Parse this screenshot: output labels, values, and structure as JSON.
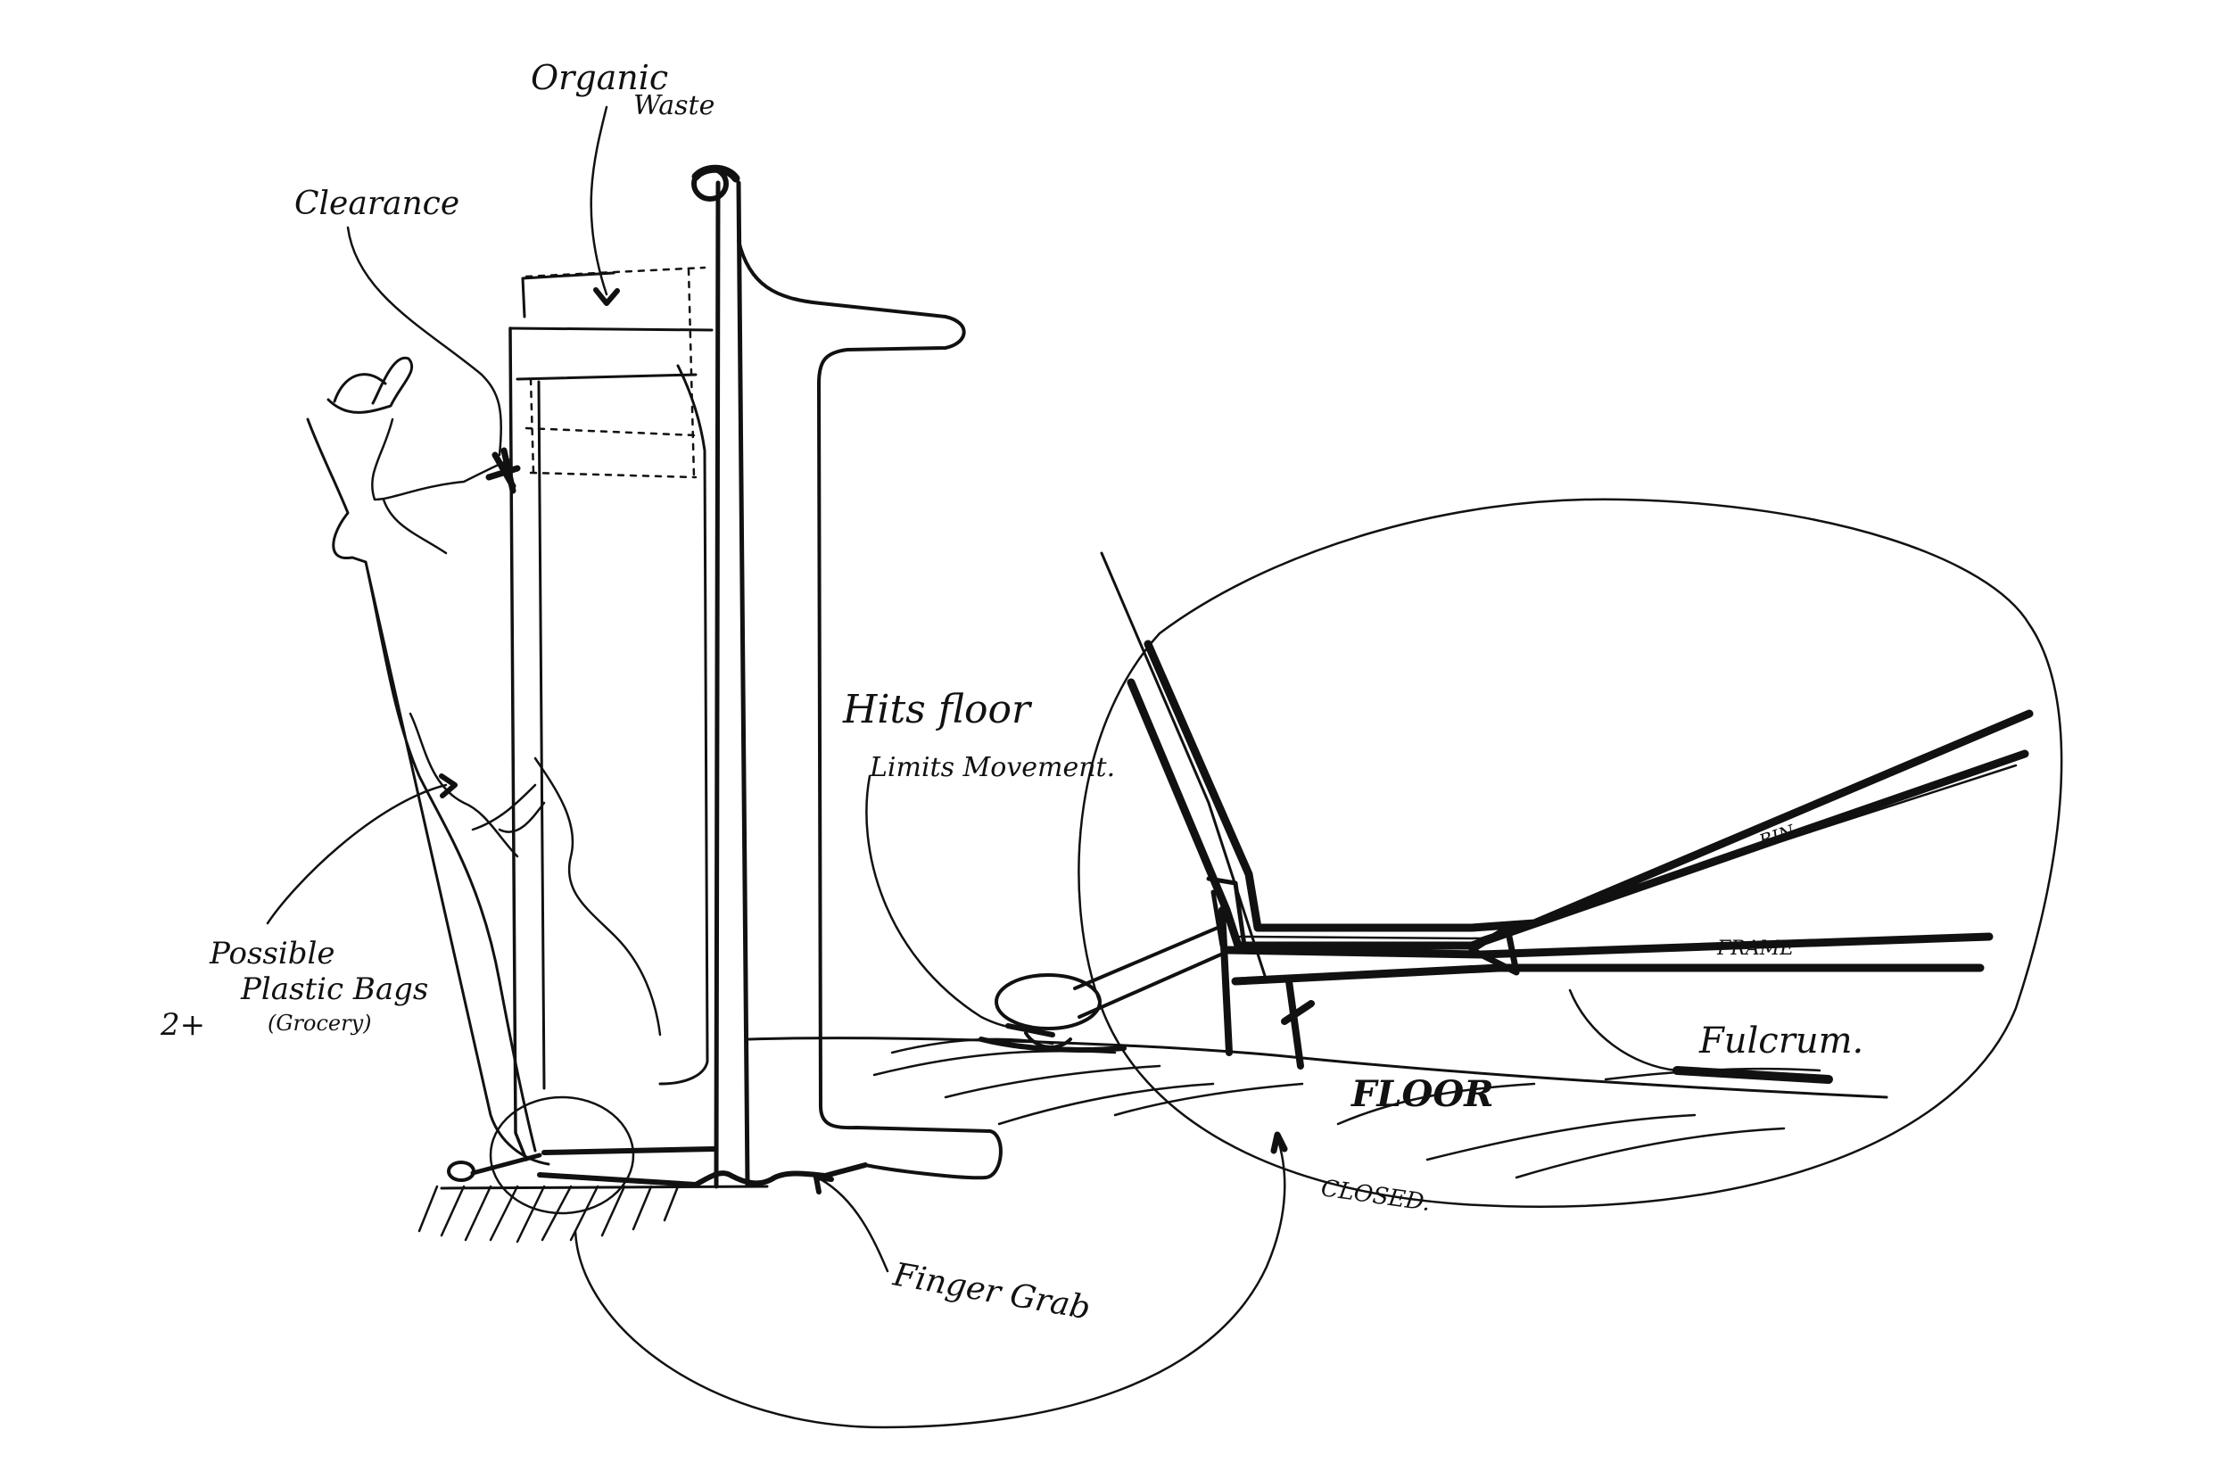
{
  "colors": {
    "background": "#ffffff",
    "ink": "#111111"
  },
  "labels": {
    "organic": "Organic",
    "waste": "Waste",
    "clearance": "Clearance",
    "possible": "Possible",
    "plastic_bags": "Plastic Bags",
    "grocery": "(Grocery)",
    "two_plus": "2+",
    "hits_floor": "Hits floor",
    "limits_movement": "Limits Movement.",
    "bin": "BIN",
    "frame": "FRAME",
    "fulcrum": "Fulcrum.",
    "floor": "FLOOR",
    "closed": "CLOSED.",
    "finger_grab": "Finger Grab"
  }
}
